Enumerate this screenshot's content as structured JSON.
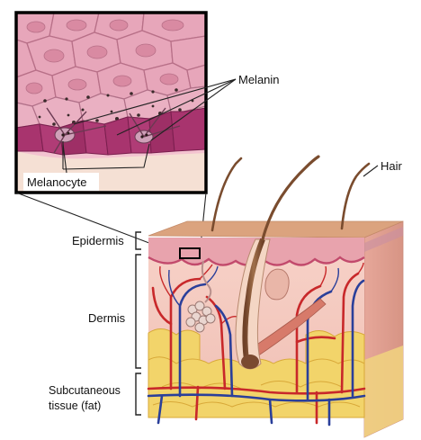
{
  "labels": {
    "melanin": "Melanin",
    "melanocyte": "Melanocyte",
    "hair": "Hair",
    "epidermis": "Epidermis",
    "dermis": "Dermis",
    "subcutaneous_line1": "Subcutaneous",
    "subcutaneous_line2": "tissue (fat)"
  },
  "colors": {
    "epidermis_cells": "#e8a9bb",
    "basal_cells": "#a8346e",
    "dermis": "#f4c8c0",
    "fat": "#f2d46a",
    "artery": "#c8282a",
    "vein": "#2a3f9a",
    "hair": "#8a5a3a",
    "skin_surface": "#d9a07a"
  }
}
